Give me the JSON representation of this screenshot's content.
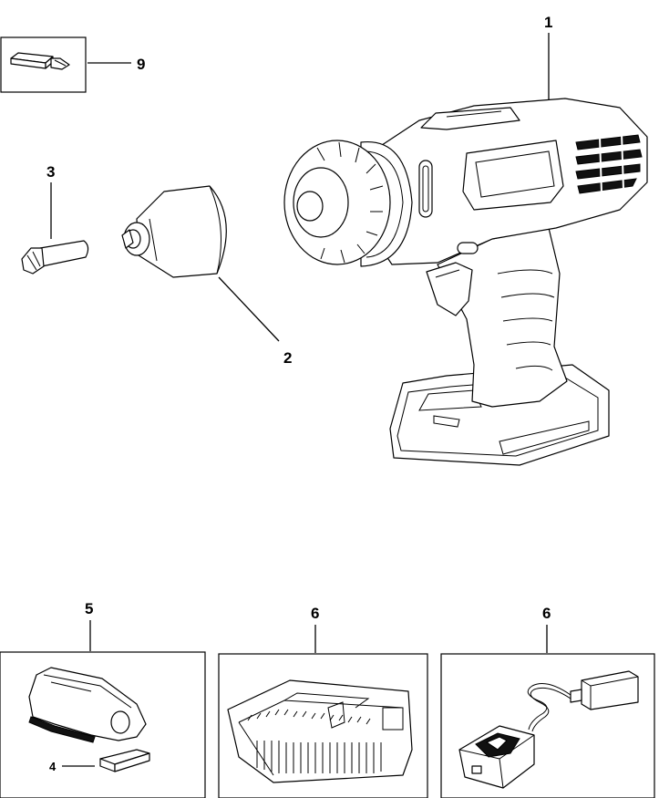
{
  "callouts": {
    "drill": "1",
    "chuck": "2",
    "bit": "3",
    "battery_clip": "4",
    "battery": "5",
    "charger_fast": "6",
    "charger_cord": "6",
    "usb_adapter": "9"
  }
}
